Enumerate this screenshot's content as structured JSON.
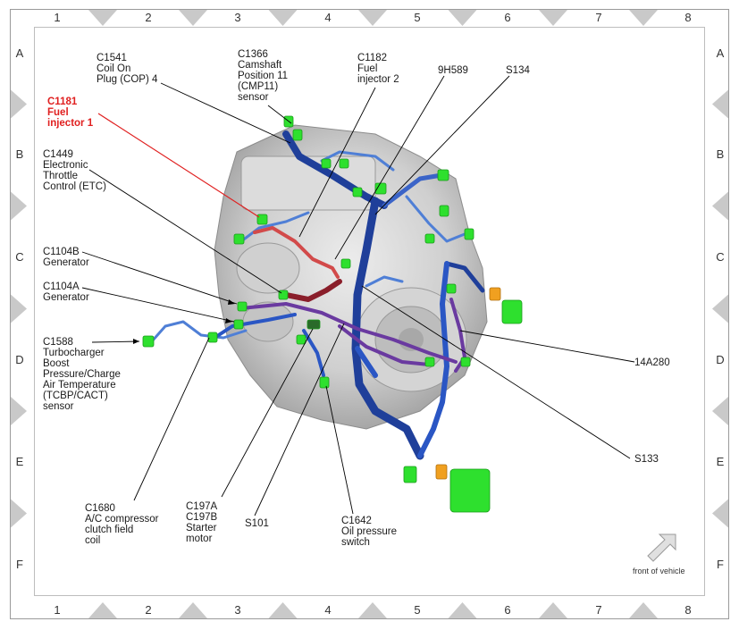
{
  "grid": {
    "columns": [
      "1",
      "2",
      "3",
      "4",
      "5",
      "6",
      "7",
      "8"
    ],
    "rows": [
      "A",
      "B",
      "C",
      "D",
      "E",
      "F"
    ]
  },
  "callouts": {
    "c1541": [
      "C1541",
      "Coil On",
      "Plug (COP) 4"
    ],
    "c1366": [
      "C1366",
      "Camshaft",
      "Position 11",
      "(CMP11)",
      "sensor"
    ],
    "c1182": [
      "C1182",
      "Fuel",
      "injector 2"
    ],
    "h9h589": [
      "9H589"
    ],
    "s134": [
      "S134"
    ],
    "c1181": [
      "C1181",
      "Fuel",
      "injector 1"
    ],
    "c1449": [
      "C1449",
      "Electronic",
      "Throttle",
      "Control (ETC)"
    ],
    "c1104b": [
      "C1104B",
      "Generator"
    ],
    "c1104a": [
      "C1104A",
      "Generator"
    ],
    "c1588": [
      "C1588",
      "Turbocharger",
      "Boost",
      "Pressure/Charge",
      "Air Temperature",
      "(TCBP/CACT)",
      "sensor"
    ],
    "h14a280": [
      "14A280"
    ],
    "s133": [
      "S133"
    ],
    "c1680": [
      "C1680",
      "A/C compressor",
      "clutch field",
      "coil"
    ],
    "c197": [
      "C197A",
      "C197B",
      "Starter",
      "motor"
    ],
    "s101": [
      "S101"
    ],
    "c1642": [
      "C1642",
      "Oil pressure",
      "switch"
    ]
  },
  "front_of_vehicle": "front of vehicle",
  "colors": {
    "harness_dark": "#1f3f9a",
    "harness_light": "#4f7fd6",
    "harness_purple": "#6a3aa0",
    "harness_red": "#d24a4a",
    "connector_green": "#2ee02e",
    "connector_orange": "#f0a020",
    "highlight_red": "#e02020",
    "engine_gray": "#c8c8c8"
  }
}
